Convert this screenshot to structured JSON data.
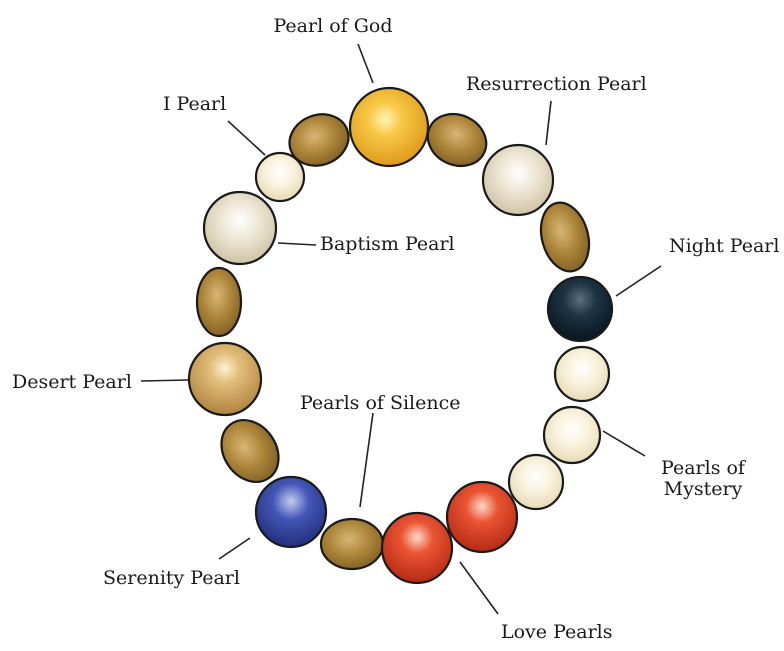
{
  "labels": {
    "pearl_of_god": "Pearl of God",
    "i_pearl": "I Pearl",
    "resurrection_pearl": "Resurrection Pearl",
    "baptism_pearl": "Baptism Pearl",
    "night_pearl": "Night Pearl",
    "desert_pearl": "Desert Pearl",
    "pearls_of_silence": "Pearls of Silence",
    "pearls_of_mystery_line1": "Pearls of",
    "pearls_of_mystery_line2": "Mystery",
    "serenity_pearl": "Serenity Pearl",
    "love_pearls": "Love Pearls"
  },
  "colors": {
    "gold": "#f2b52a",
    "bronze": "#a98236",
    "sand": "#c8a05a",
    "light_cream": "#f6efd6",
    "cream": "#e6dcc6",
    "navy": "#0f2330",
    "blue": "#2e3e9c",
    "red": "#d83a20",
    "line": "#222222"
  }
}
